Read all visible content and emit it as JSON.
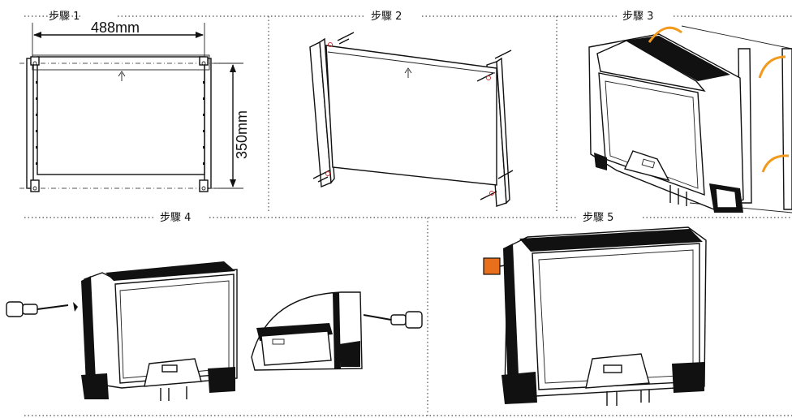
{
  "steps": {
    "step1": "步驟 1",
    "step2": "步驟 2",
    "step3": "步驟 3",
    "step4": "步驟 4",
    "step5": "步驟  5"
  },
  "dimensions": {
    "width": "488mm",
    "height": "350mm"
  },
  "colors": {
    "accent_orange": "#f29a1e",
    "plug_orange": "#e8701c"
  }
}
